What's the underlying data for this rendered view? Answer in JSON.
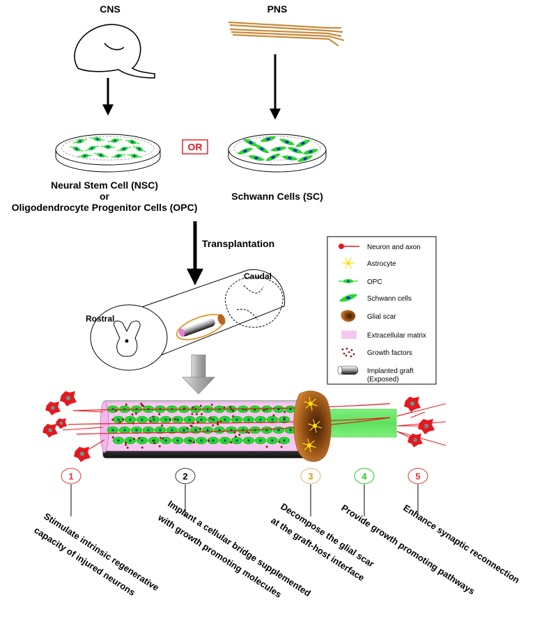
{
  "top": {
    "cns_label": "CNS",
    "pns_label": "PNS",
    "or_label": "OR",
    "nsc_line1": "Neural Stem Cell (NSC)",
    "nsc_line2": "or",
    "nsc_line3": "Oligodendrocyte Progenitor Cells (OPC)",
    "sc_label": "Schwann Cells (SC)",
    "transplantation_label": "Transplantation",
    "rostral_label": "Rostral",
    "caudal_label": "Caudal"
  },
  "legend": {
    "items": [
      {
        "label": "Neuron and axon",
        "icon": "neuron-icon"
      },
      {
        "label": "Astrocyte",
        "icon": "astrocyte-icon"
      },
      {
        "label": "OPC",
        "icon": "opc-icon"
      },
      {
        "label": "Schwann cells",
        "icon": "schwann-cell-icon"
      },
      {
        "label": "Glial scar",
        "icon": "glial-scar-icon"
      },
      {
        "label": "Extracellular matrix",
        "icon": "ecm-icon"
      },
      {
        "label": "Growth factors",
        "icon": "growth-factors-icon"
      },
      {
        "label": "Implanted graft",
        "label2": "(Exposed)",
        "icon": "graft-icon"
      }
    ]
  },
  "steps": [
    {
      "number": "1",
      "color": "#e8322d",
      "border": "#e8322d",
      "line1": "Stimulate intrinsic regenerative",
      "line2": "capacity of injured neurons"
    },
    {
      "number": "2",
      "color": "#000000",
      "border": "#333333",
      "line1": "Implant a cellular bridge supplemented",
      "line2": "with growth promoting molecules"
    },
    {
      "number": "3",
      "color": "#c8a000",
      "border": "#e0b070",
      "line1": "Decompose the glial scar",
      "line2": "at the graft-host interface"
    },
    {
      "number": "4",
      "color": "#22c422",
      "border": "#22c422",
      "line1": "Provide growth promoting pathways",
      "line2": ""
    },
    {
      "number": "5",
      "color": "#e8322d",
      "border": "#e8322d",
      "line1": "Enhance synaptic reconnection",
      "line2": ""
    }
  ],
  "colors": {
    "neuron_red": "#e8171d",
    "cell_green": "#22dd22",
    "nucleus_blue": "#1a1aff",
    "ecm_pink": "#f5c8f0",
    "scar_brown": "#b8661f",
    "astro_yellow": "#ffe000",
    "growth_factor": "#8b1a1a",
    "or_red": "#e8171d"
  }
}
